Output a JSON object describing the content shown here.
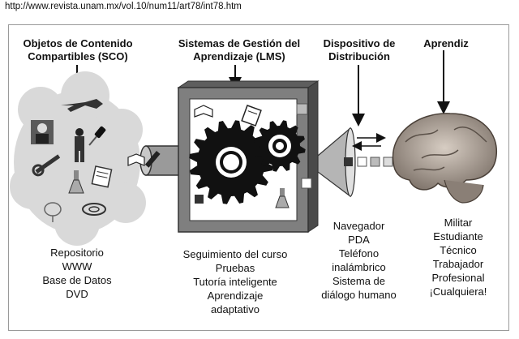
{
  "url": "http://www.revista.unam.mx/vol.10/num11/art78/int78.htm",
  "columns": [
    {
      "id": "sco",
      "header": [
        "Objetos de Contenido",
        "Compartibles (SCO)"
      ],
      "items": [
        "Repositorio",
        "WWW",
        "Base de Datos",
        "DVD"
      ]
    },
    {
      "id": "lms",
      "header": [
        "Sistemas de Gestión del",
        "Aprendizaje (LMS)"
      ],
      "items": [
        "Seguimiento del curso",
        "Pruebas",
        "Tutoría inteligente",
        "Aprendizaje",
        "adaptativo"
      ]
    },
    {
      "id": "device",
      "header": [
        "Dispositivo de",
        "Distribución"
      ],
      "items": [
        "Navegador",
        "PDA",
        "Teléfono",
        "inalámbrico",
        "Sistema de",
        "diálogo humano"
      ]
    },
    {
      "id": "learner",
      "header": [
        "Aprendiz"
      ],
      "items": [
        "Militar",
        "Estudiante",
        "Técnico",
        "Trabajador",
        "Profesional",
        "¡Cualquiera!"
      ]
    }
  ],
  "colors": {
    "cloud": "#d9d9d9",
    "machine_frame": "#7f7f7f",
    "gear": "#111111",
    "brain": "#9a8f86"
  },
  "icons": [
    "fighter-jet-icon",
    "screwdriver-icon",
    "person-icon",
    "soldier-icon",
    "wrench-icon",
    "flask-icon",
    "book-icon",
    "cassette-icon",
    "dish-icon",
    "tape-icon",
    "document-icon",
    "gear-icon",
    "brain-icon"
  ]
}
